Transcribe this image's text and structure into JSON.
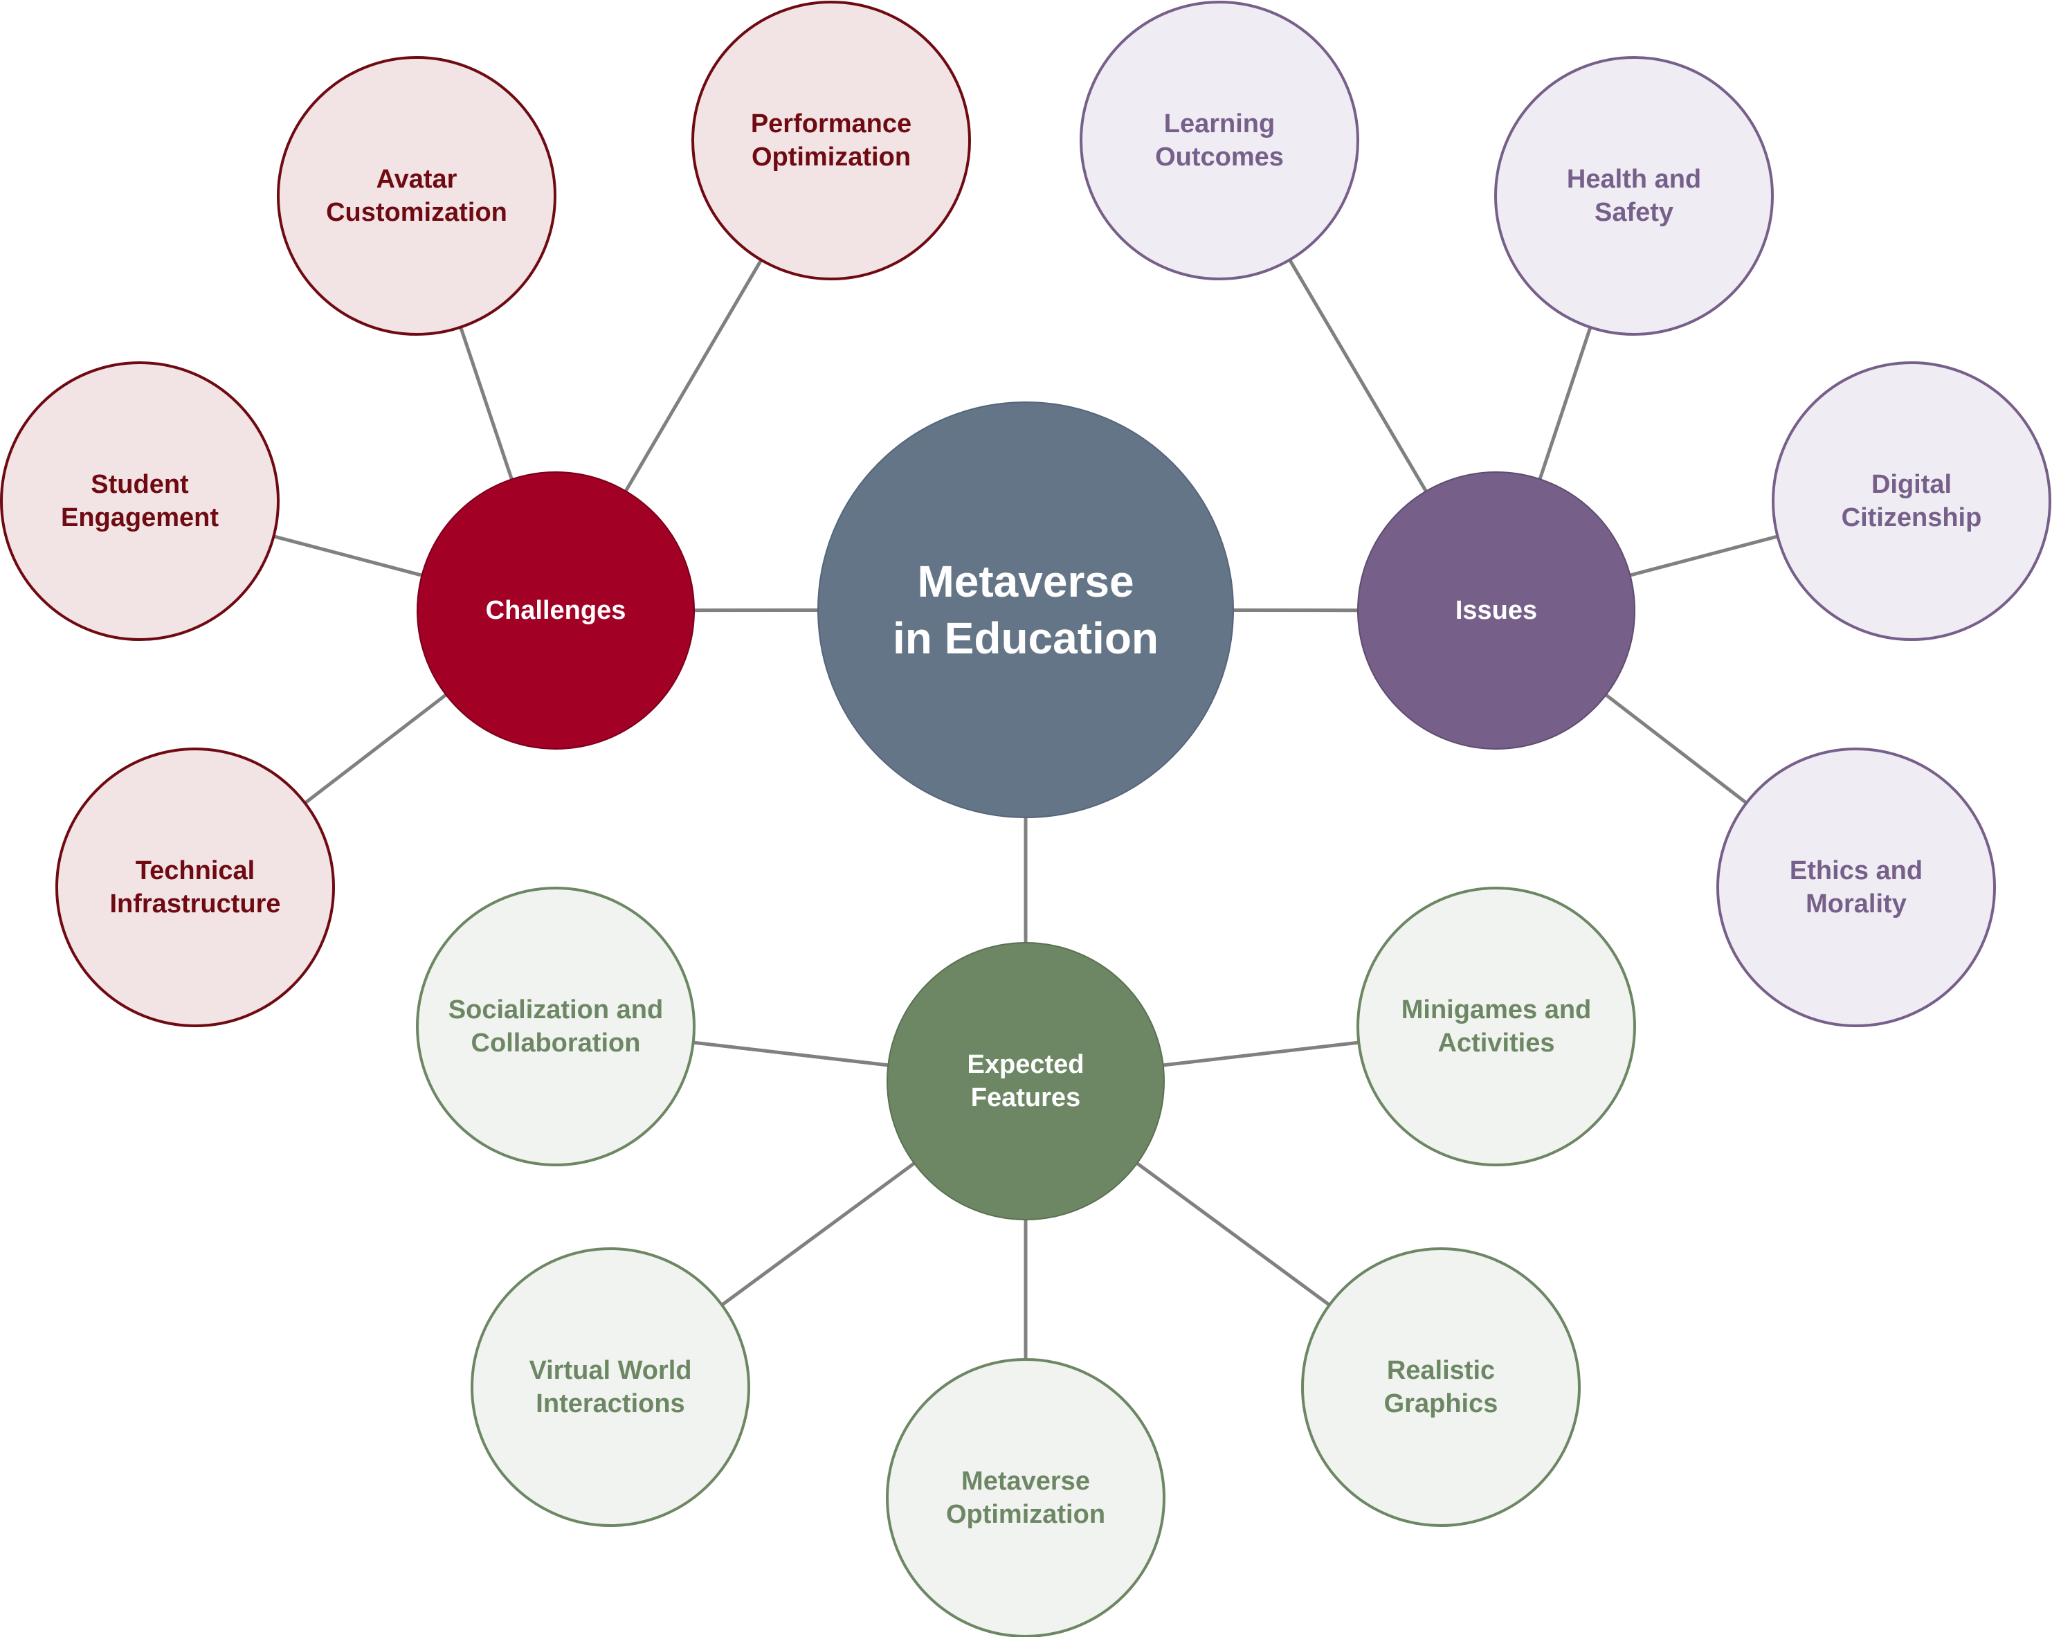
{
  "center": {
    "lines": [
      "Metaverse",
      "in Education"
    ],
    "fill": "#647588",
    "stroke": "#55657a",
    "text_color": "#ffffff"
  },
  "groups": [
    {
      "key": "challenges",
      "hub": {
        "lines": [
          "Challenges"
        ]
      },
      "hub_fill": "#a20025",
      "hub_stroke": "#7a0019",
      "hub_text_color": "#ffffff",
      "leaf_fill": "#f2e4e5",
      "leaf_stroke": "#6f0a12",
      "leaf_text_color": "#6f0a12",
      "leaves": [
        {
          "key": "avatar-customization",
          "lines": [
            "Avatar",
            "Customization"
          ]
        },
        {
          "key": "performance-optimization",
          "lines": [
            "Performance",
            "Optimization"
          ]
        },
        {
          "key": "student-engagement",
          "lines": [
            "Student",
            "Engagement"
          ]
        },
        {
          "key": "technical-infrastructure",
          "lines": [
            "Technical",
            "Infrastructure"
          ]
        }
      ]
    },
    {
      "key": "issues",
      "hub": {
        "lines": [
          "Issues"
        ]
      },
      "hub_fill": "#76608a",
      "hub_stroke": "#5f4b70",
      "hub_text_color": "#ffffff",
      "leaf_fill": "#f0ecf4",
      "leaf_stroke": "#76608a",
      "leaf_text_color": "#76608a",
      "leaves": [
        {
          "key": "learning-outcomes",
          "lines": [
            "Learning",
            "Outcomes"
          ]
        },
        {
          "key": "health-and-safety",
          "lines": [
            "Health and",
            "Safety"
          ]
        },
        {
          "key": "digital-citizenship",
          "lines": [
            "Digital",
            "Citizenship"
          ]
        },
        {
          "key": "ethics-and-morality",
          "lines": [
            "Ethics and",
            "Morality"
          ]
        }
      ]
    },
    {
      "key": "expected-features",
      "hub": {
        "lines": [
          "Expected",
          "Features"
        ]
      },
      "hub_fill": "#6d8764",
      "hub_stroke": "#5a7052",
      "hub_text_color": "#ffffff",
      "leaf_fill": "#f0f3ef",
      "leaf_stroke": "#6d8764",
      "leaf_text_color": "#6d8764",
      "leaves": [
        {
          "key": "socialization-and-collaboration",
          "lines": [
            "Socialization and",
            "Collaboration"
          ]
        },
        {
          "key": "minigames-and-activities",
          "lines": [
            "Minigames and",
            "Activities"
          ]
        },
        {
          "key": "virtual-world-interactions",
          "lines": [
            "Virtual World",
            "Interactions"
          ]
        },
        {
          "key": "metaverse-optimization",
          "lines": [
            "Metaverse",
            "Optimization"
          ]
        },
        {
          "key": "realistic-graphics",
          "lines": [
            "Realistic",
            "Graphics"
          ]
        }
      ]
    }
  ],
  "connector_color": "#808080"
}
